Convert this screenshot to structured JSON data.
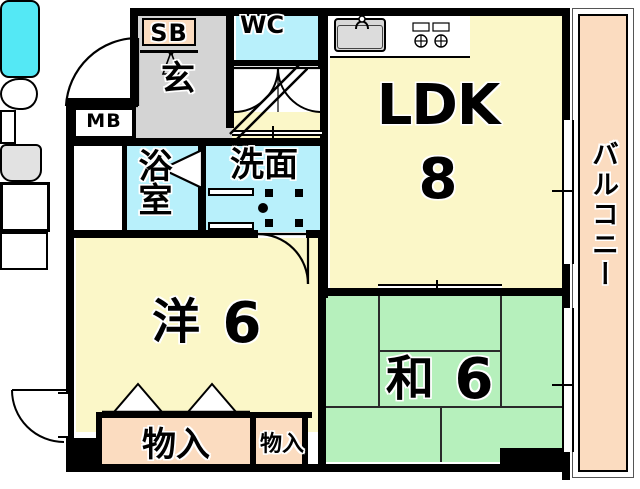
{
  "plan": {
    "title": "間取り図",
    "background_color": "#ffffff",
    "wall_color": "#000000"
  },
  "colors": {
    "living_yellow": "#fbf7c8",
    "tatami_green": "#b6f0bc",
    "water_cyan": "#b8f0fb",
    "closet_peach": "#fbdcc0",
    "entrance_gray": "#d4d4d4",
    "bathtub_cyan": "#54e8f5"
  },
  "rooms": [
    {
      "key": "ldk",
      "label": "LDK",
      "size": "8",
      "fill": "#fbf7c8",
      "type": "living-dining-kitchen"
    },
    {
      "key": "washitsu",
      "label": "和",
      "size": "6",
      "fill": "#b6f0bc",
      "type": "japanese-tatami-room"
    },
    {
      "key": "youshitsu",
      "label": "洋",
      "size": "6",
      "fill": "#fbf7c8",
      "type": "western-room"
    },
    {
      "key": "yokushitsu",
      "label": "浴室",
      "size": "",
      "fill": "#b8f0fb",
      "type": "bathroom"
    },
    {
      "key": "senmen",
      "label": "洗面",
      "size": "",
      "fill": "#b8f0fb",
      "type": "washroom"
    },
    {
      "key": "wc",
      "label": "WC",
      "size": "",
      "fill": "#b8f0fb",
      "type": "toilet"
    },
    {
      "key": "genkan",
      "label": "玄",
      "size": "",
      "fill": "#d4d4d4",
      "type": "entrance"
    },
    {
      "key": "balcony",
      "label": "バルコニー",
      "size": "",
      "fill": "#fbdcc0",
      "type": "balcony"
    }
  ],
  "storage": [
    {
      "key": "sb",
      "label": "SB",
      "fill": "#fbdcc0",
      "type": "shoe-box"
    },
    {
      "key": "mb",
      "label": "MB",
      "fill": "#d4d4d4",
      "type": "meter-box"
    },
    {
      "key": "closet_1",
      "label": "物入",
      "fill": "#fbdcc0",
      "type": "closet-large"
    },
    {
      "key": "closet_2",
      "label": "物入",
      "fill": "#fbdcc0",
      "type": "closet-small"
    }
  ],
  "fixtures": [
    {
      "key": "bathtub",
      "name": "bathtub"
    },
    {
      "key": "toilet",
      "name": "toilet"
    },
    {
      "key": "washbasin",
      "name": "washbasin"
    },
    {
      "key": "washer",
      "name": "washing-machine"
    },
    {
      "key": "kitchen_sink",
      "name": "kitchen-sink"
    },
    {
      "key": "stove",
      "name": "gas-stove"
    }
  ],
  "labels": {
    "ldk": "LDK",
    "ldk_size": "8",
    "washitsu": "和",
    "washitsu_size": "6",
    "youshitsu": "洋",
    "youshitsu_size": "6",
    "yokushitsu": "浴室",
    "senmen": "洗面",
    "wc": "WC",
    "genkan": "玄",
    "balcony": "バルコニー",
    "sb": "SB",
    "mb": "MB",
    "closet_1": "物入",
    "closet_2": "物入"
  }
}
